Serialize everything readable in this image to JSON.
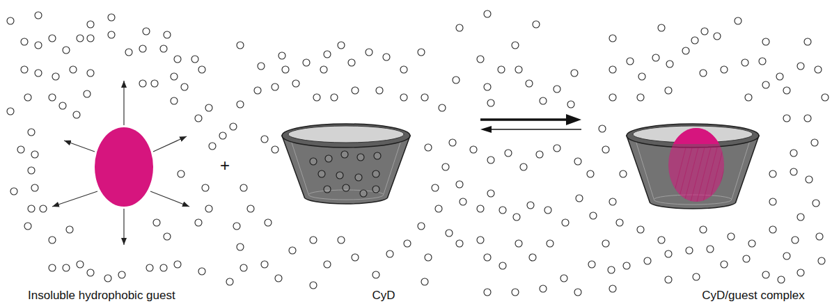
{
  "diagram": {
    "nodes": [
      {
        "text": [
          "Insoluble hydrophobic guest"
        ]
      },
      {
        "text": [
          "CyD"
        ]
      },
      {
        "text": [
          "CyD/guest complex"
        ]
      }
    ],
    "edges": [
      {
        "from": 1,
        "to": 2,
        "arrow": "to"
      },
      {
        "from": 2,
        "to": 1,
        "arrow": "to"
      }
    ],
    "labels": [
      "+"
    ]
  }
}
